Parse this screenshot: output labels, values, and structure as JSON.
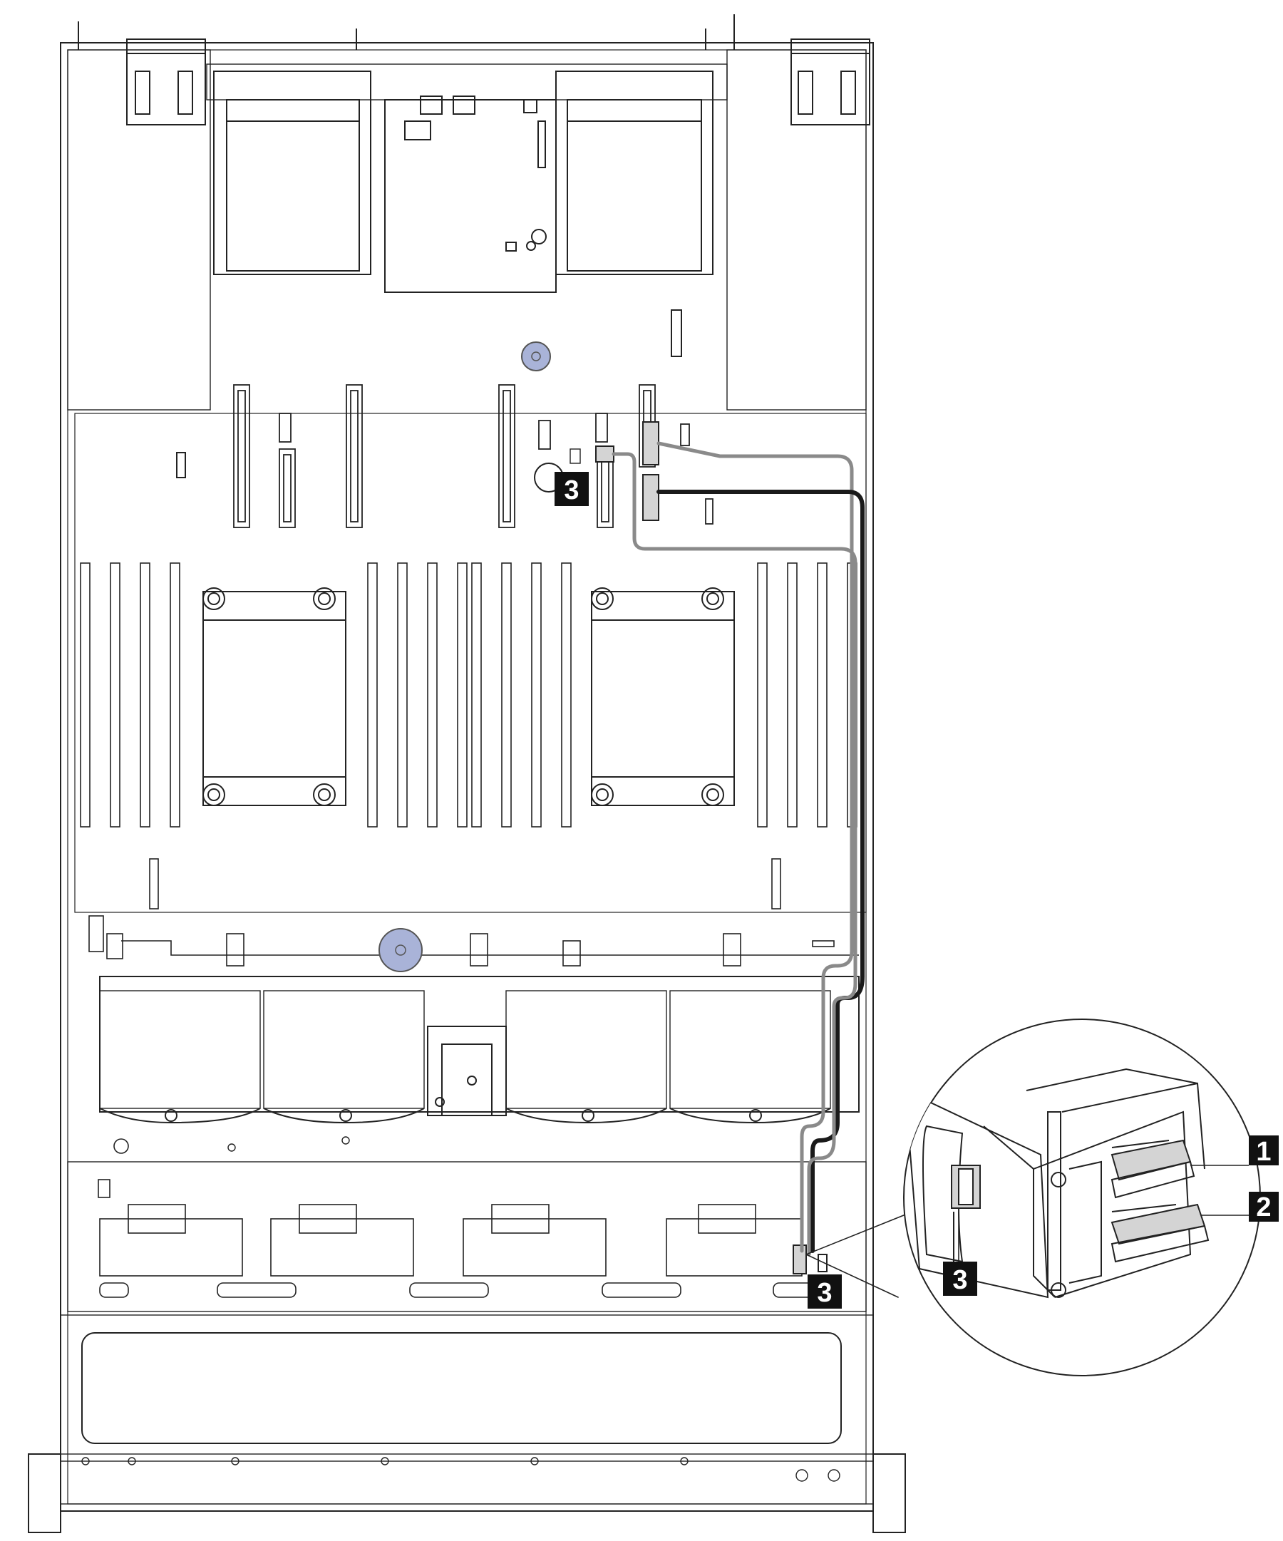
{
  "diagram": {
    "callouts": [
      {
        "id": "callout-1-detail",
        "label": "1"
      },
      {
        "id": "callout-2-detail",
        "label": "2"
      },
      {
        "id": "callout-3-board",
        "label": "3"
      },
      {
        "id": "callout-3-backplane",
        "label": "3"
      },
      {
        "id": "callout-3-detail",
        "label": "3"
      }
    ],
    "colors": {
      "line": "#222222",
      "thin_line": "#555555",
      "cable_gray": "#8a8a8a",
      "cable_black": "#1a1a1a",
      "connector_fill": "#d4d4d4",
      "screw_blue": "#a9b3d8",
      "callout_bg": "#111111",
      "callout_text": "#ffffff"
    },
    "icons": [
      "screw-icon",
      "cable-connector-icon"
    ]
  }
}
